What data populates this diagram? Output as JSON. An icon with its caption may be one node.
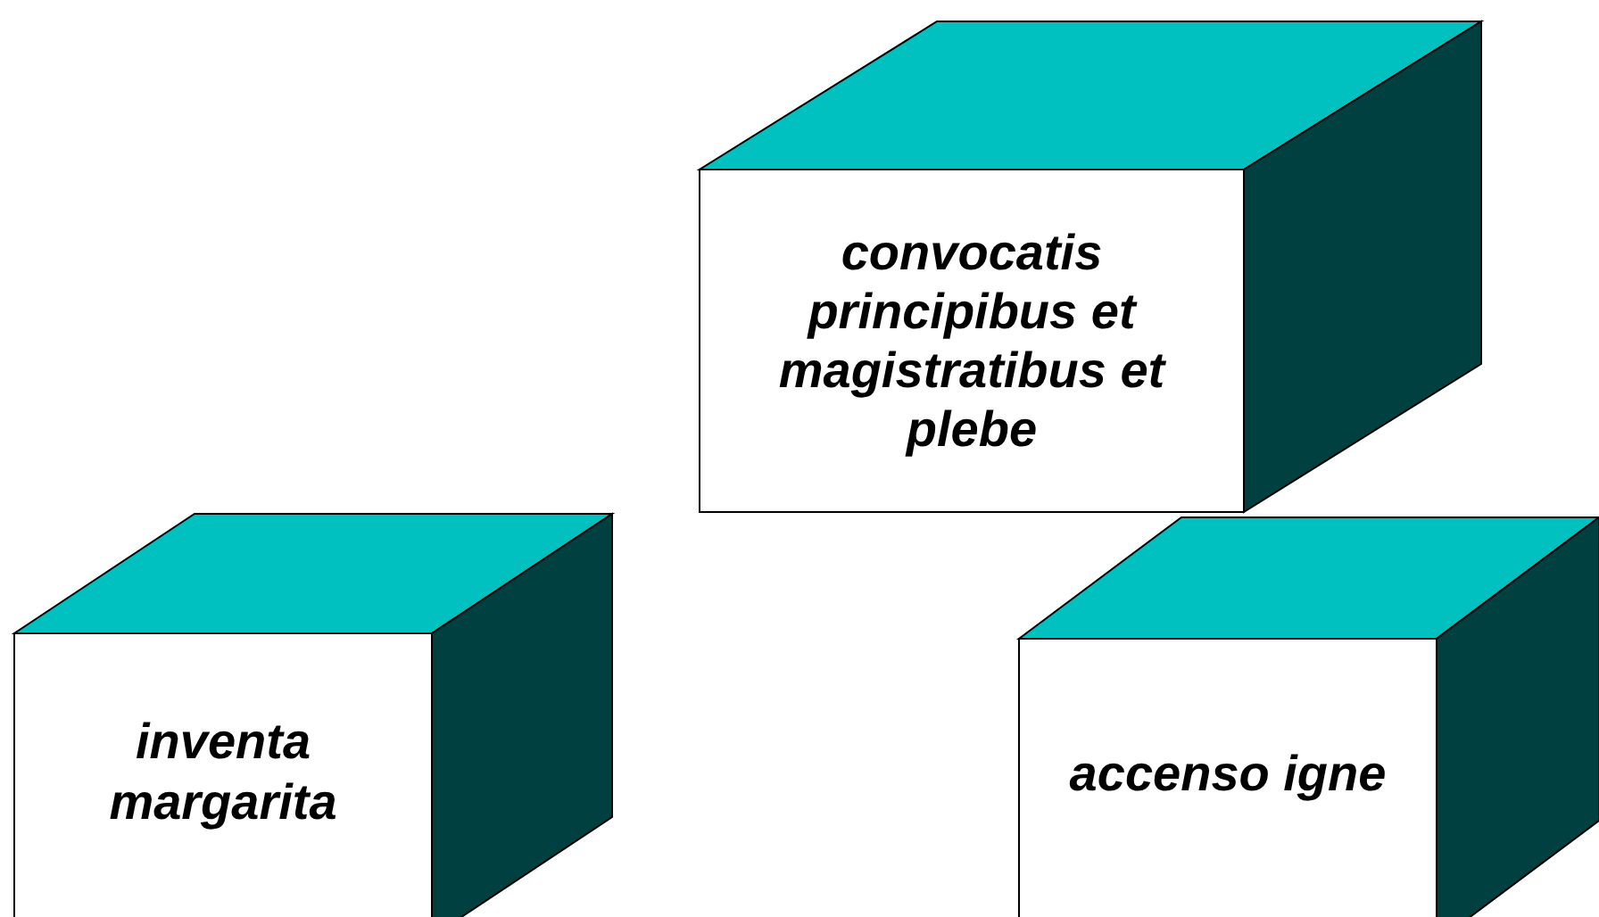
{
  "diagram": {
    "nodes": [
      {
        "text": [
          "convocatis principibus et magistratibus et plebe"
        ]
      },
      {
        "text": [
          "inventa margarita"
        ]
      },
      {
        "text": [
          "accenso igne"
        ]
      }
    ]
  }
}
